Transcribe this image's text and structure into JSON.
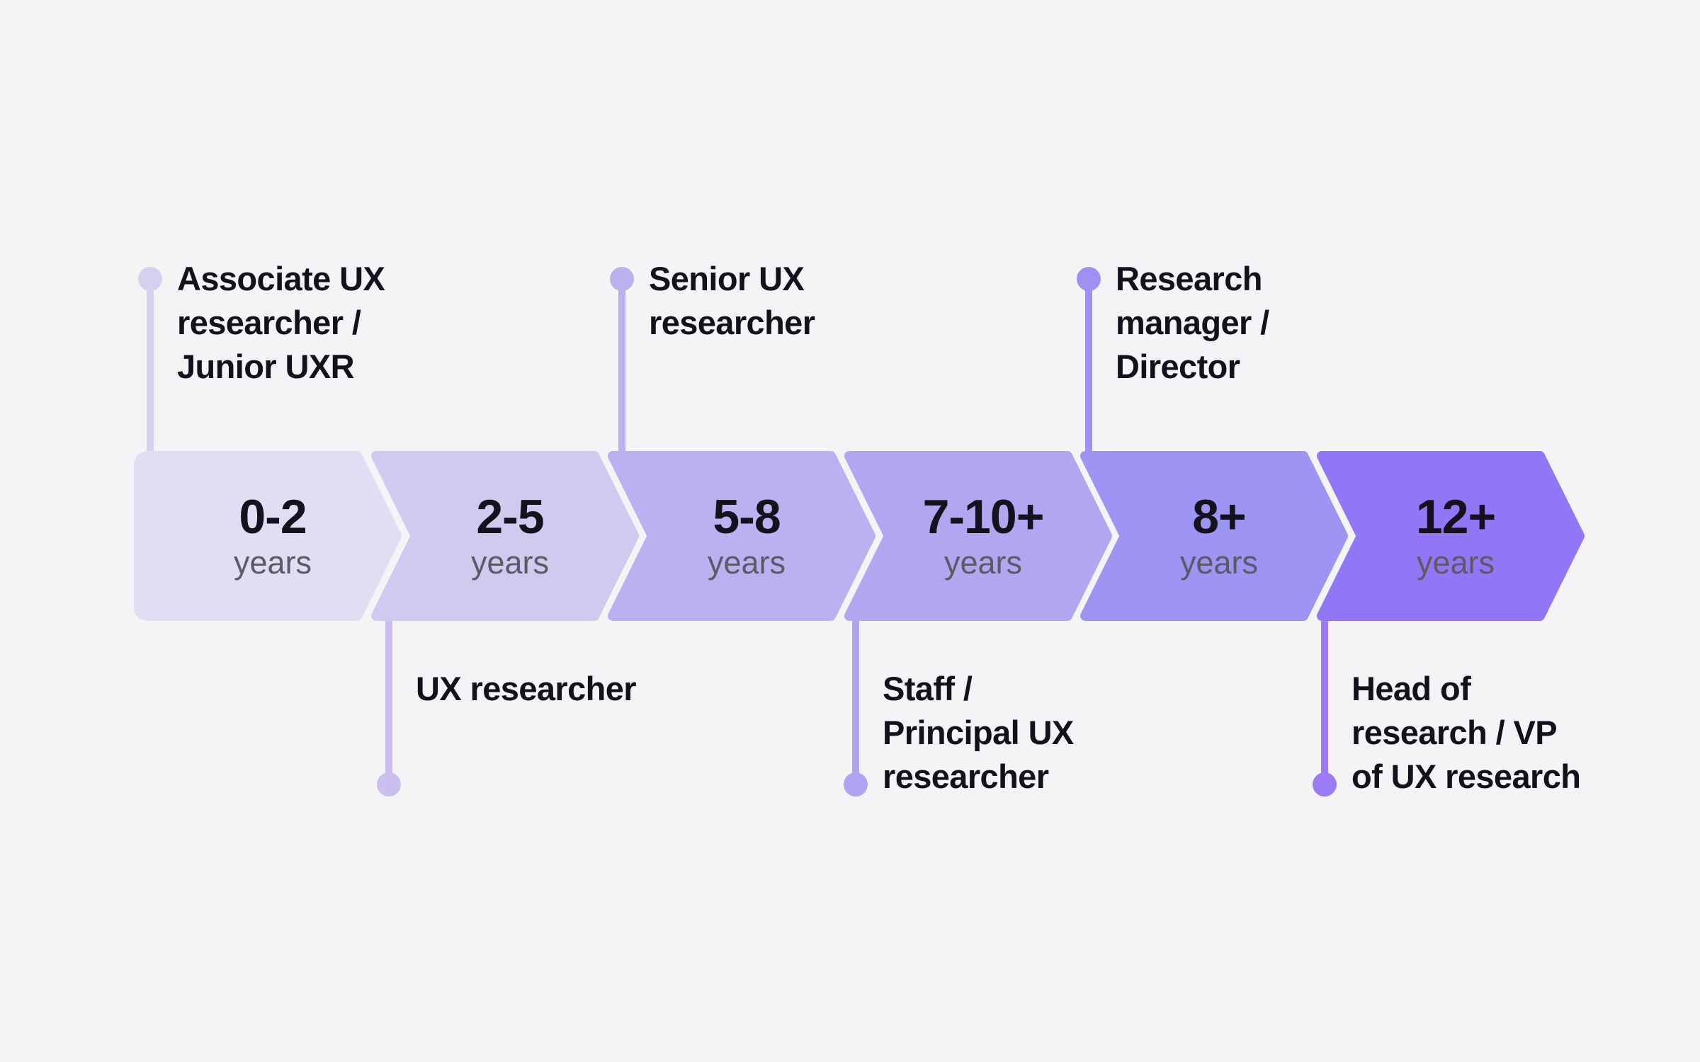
{
  "background": "#F4F3F6",
  "colors": {
    "number_text": "#16121D",
    "unit_text": "#5D5966",
    "label_text": "#14111C",
    "gap": "#F4F3F6"
  },
  "unit_word": "years",
  "stages": [
    {
      "range": "0-2",
      "unit": "years",
      "role": "Associate UX\nresearcher /\nJunior UXR",
      "label_position": "above",
      "color": "#E2DDF2",
      "connector_color": "#D7CFEF"
    },
    {
      "range": "2-5",
      "unit": "years",
      "role": "UX researcher",
      "label_position": "below",
      "color": "#D1C9EE",
      "connector_color": "#CBBFF1"
    },
    {
      "range": "5-8",
      "unit": "years",
      "role": "Senior UX\nresearcher",
      "label_position": "above",
      "color": "#BCB1F0",
      "connector_color": "#BDB0EF"
    },
    {
      "range": "7-10+",
      "unit": "years",
      "role": "Staff /\nPrincipal UX\nresearcher",
      "label_position": "below",
      "color": "#B1A7F1",
      "connector_color": "#B0A4F2"
    },
    {
      "range": "8+",
      "unit": "years",
      "role": "Research\nmanager /\nDirector",
      "label_position": "above",
      "color": "#9D94F3",
      "connector_color": "#A18FF3"
    },
    {
      "range": "12+",
      "unit": "years",
      "role": "Head of\nresearch / VP\nof UX research",
      "label_position": "below",
      "color": "#8F77F6",
      "connector_color": "#9B7CF6"
    }
  ]
}
